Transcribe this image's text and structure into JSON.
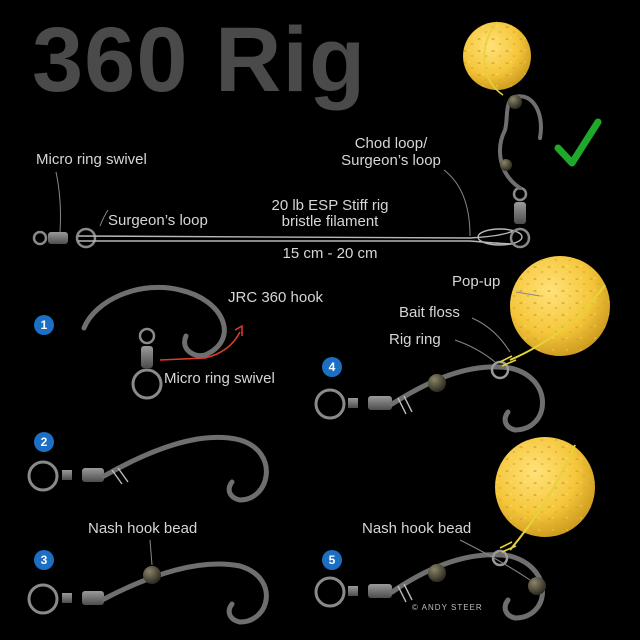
{
  "title": "360 Rig",
  "labels": {
    "micro_ring_swivel_top": "Micro ring swivel",
    "surgeons_loop": "Surgeon’s loop",
    "filament_line1": "20 lb  ESP Stiff rig",
    "filament_line2": "bristle filament",
    "length": "15 cm - 20 cm",
    "chod_loop_line1": "Chod loop/",
    "chod_loop_line2": "Surgeon’s loop",
    "jrc_hook": "JRC 360 hook",
    "micro_ring_swivel_step1": "Micro ring swivel",
    "pop_up": "Pop-up",
    "bait_floss": "Bait floss",
    "rig_ring": "Rig ring",
    "nash_bead_step3": "Nash hook bead",
    "nash_bead_step5": "Nash hook bead",
    "credit": "© ANDY STEER"
  },
  "steps": [
    "1",
    "2",
    "3",
    "4",
    "5"
  ],
  "icons": {
    "check": "checkmark-icon"
  },
  "colors": {
    "background": "#000000",
    "title": "#4a4a4a",
    "text": "#d6d6d6",
    "hook": "#6f6f6f",
    "popup": "#f5c63a",
    "floss": "#e8d23a",
    "bead": "#4a4634",
    "badge": "#1d6fc4",
    "arrow": "#e23b2e",
    "check": "#1fa82a"
  }
}
